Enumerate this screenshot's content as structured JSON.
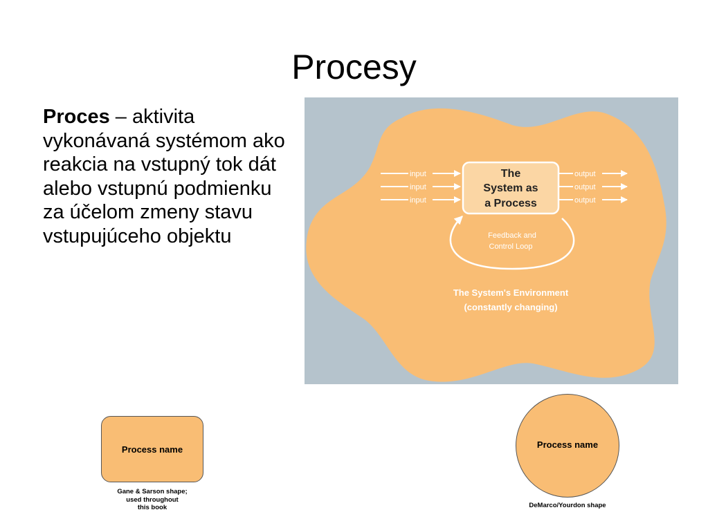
{
  "slide": {
    "title": "Procesy",
    "term": "Proces",
    "definition": " – aktivita vykonávaná systémom ako reakcia na vstupný tok dát alebo vstupnú podmienku za účelom zmeny stavu vstupujúceho objektu"
  },
  "diagram": {
    "inputs": [
      "input",
      "input",
      "input"
    ],
    "outputs": [
      "output",
      "output",
      "output"
    ],
    "process_lines": [
      "The",
      "System as",
      "a Process"
    ],
    "feedback_lines": [
      "Feedback and",
      "Control Loop"
    ],
    "environment_lines": [
      "The System's Environment",
      "(constantly changing)"
    ],
    "colors": {
      "background": "#b5c3cc",
      "blob": "#f9bd74",
      "process_box": "#fbd6a4",
      "lines": "#ffffff"
    }
  },
  "shapes": {
    "box_label": "Process name",
    "box_caption_lines": [
      "Gane & Sarson shape;",
      "used throughout",
      "this book"
    ],
    "circle_label": "Process name",
    "circle_caption": "DeMarco/Yourdon shape"
  }
}
